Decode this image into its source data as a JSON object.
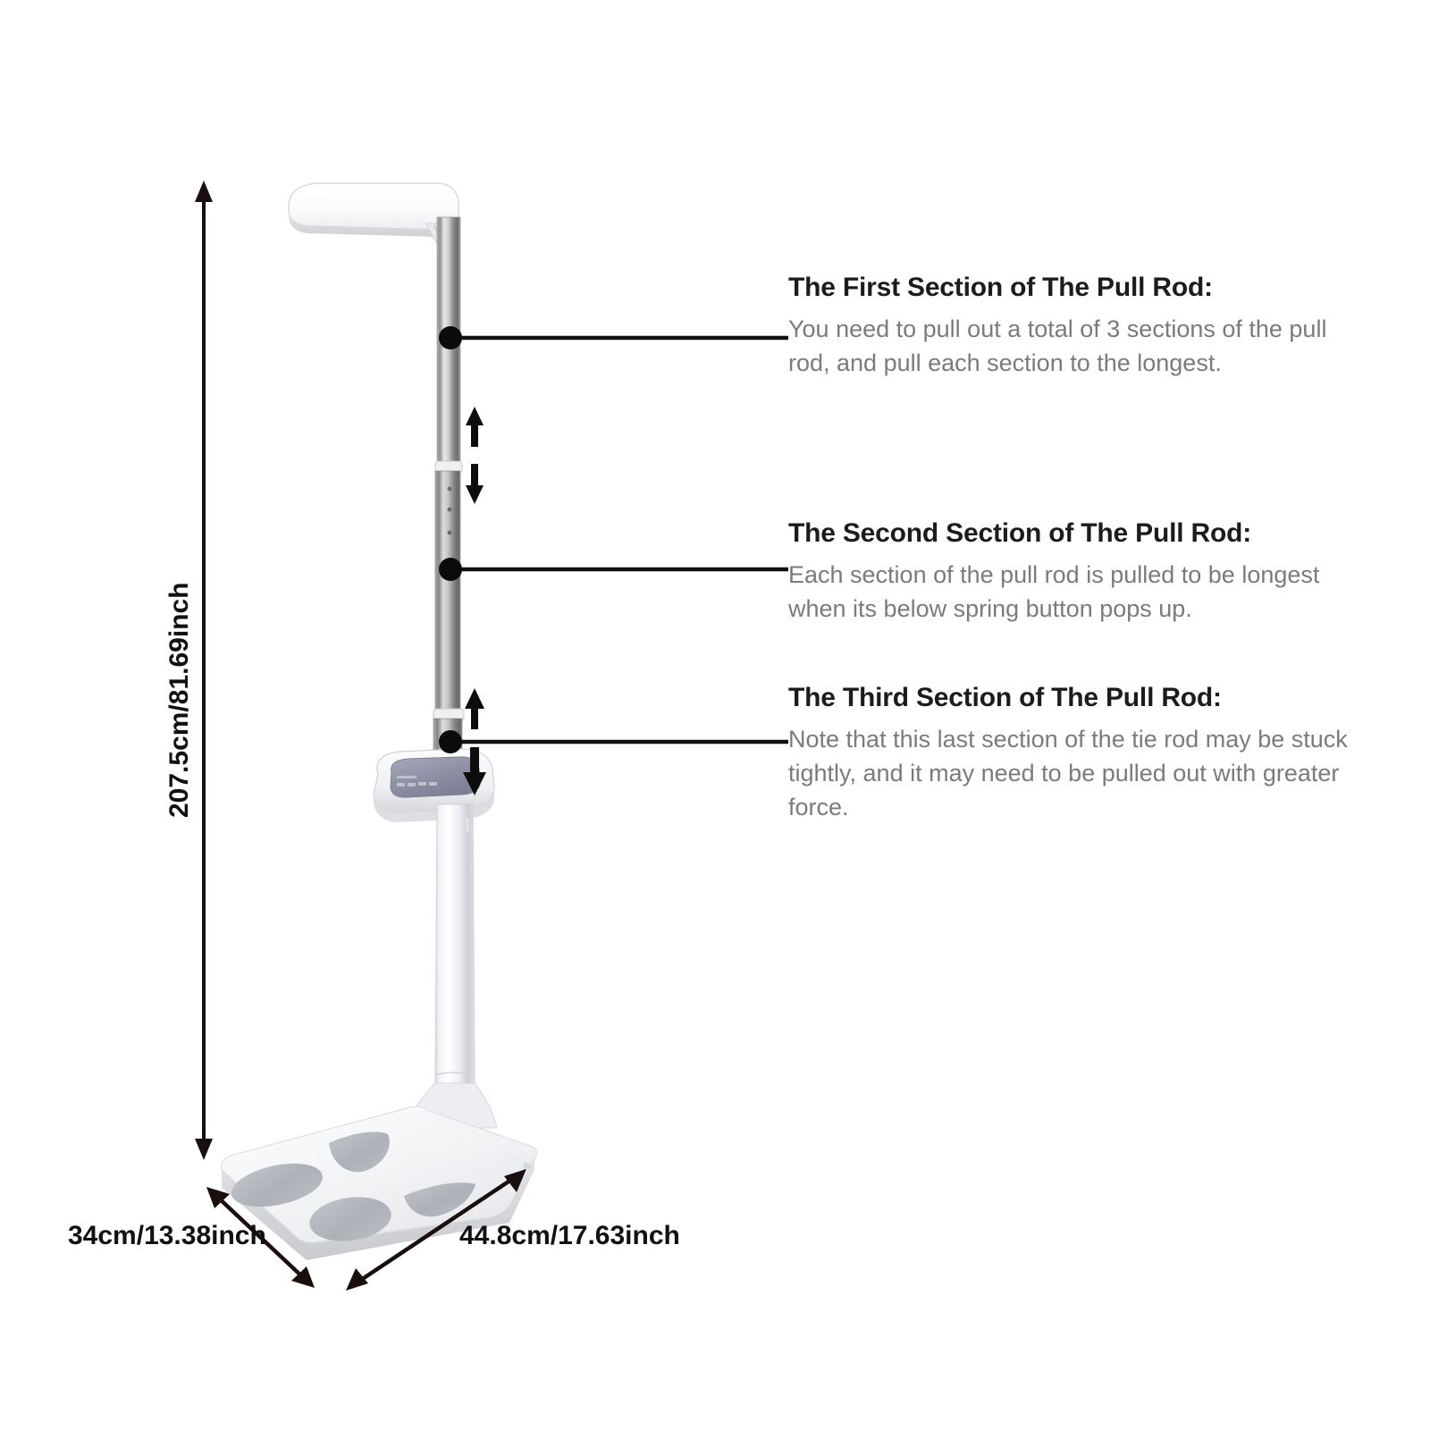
{
  "page": {
    "title": "Body Scale With Height Measuring Pull Rod - Assembly Diagram",
    "background_color": "#ffffff"
  },
  "callouts": [
    {
      "id": "first-section",
      "title": "The First Section of The Pull Rod:",
      "body": "You need to pull out a total of 3 sections of the pull rod, and pull each section to the longest.",
      "title_color": "#1c1c1c",
      "body_color": "#7b7b7b"
    },
    {
      "id": "second-section",
      "title": "The Second Section of The Pull Rod:",
      "body": "Each section of the pull rod is pulled to be longest when its below spring button pops up.",
      "title_color": "#1c1c1c",
      "body_color": "#7b7b7b"
    },
    {
      "id": "third-section",
      "title": "The Third Section of The Pull Rod:",
      "body": "Note that this last section of the tie rod may be stuck tightly, and it may need to be pulled out with greater force.",
      "title_color": "#1c1c1c",
      "body_color": "#7b7b7b"
    }
  ],
  "dimensions": {
    "height": "207.5cm/81.69inch",
    "depth": "34cm/13.38inch",
    "width": "44.8cm/17.63inch"
  },
  "product": {
    "colors": {
      "rod_silver_light": "#e2e2e2",
      "rod_silver_mid": "#9a9a9a",
      "rod_silver_dark": "#6f6f6f",
      "rod_white_light": "#ffffff",
      "rod_white_mid": "#e6e7e9",
      "rod_white_dark": "#c2c4c7",
      "platform_top": "#f4f4f6",
      "platform_edge": "#d8d9dd",
      "electrode": "#b3b5bb",
      "display_screen": "#9093a4",
      "leader_line": "#111111",
      "dimension_line": "#1a0e0e"
    },
    "parts": [
      "head-plate",
      "first-rod-section",
      "second-rod-section",
      "third-rod-section",
      "display-console",
      "lower-column",
      "base-platform",
      "electrode-pads"
    ]
  },
  "arrows": {
    "up_down_pairs": 2,
    "dimension_arrows": 3
  }
}
